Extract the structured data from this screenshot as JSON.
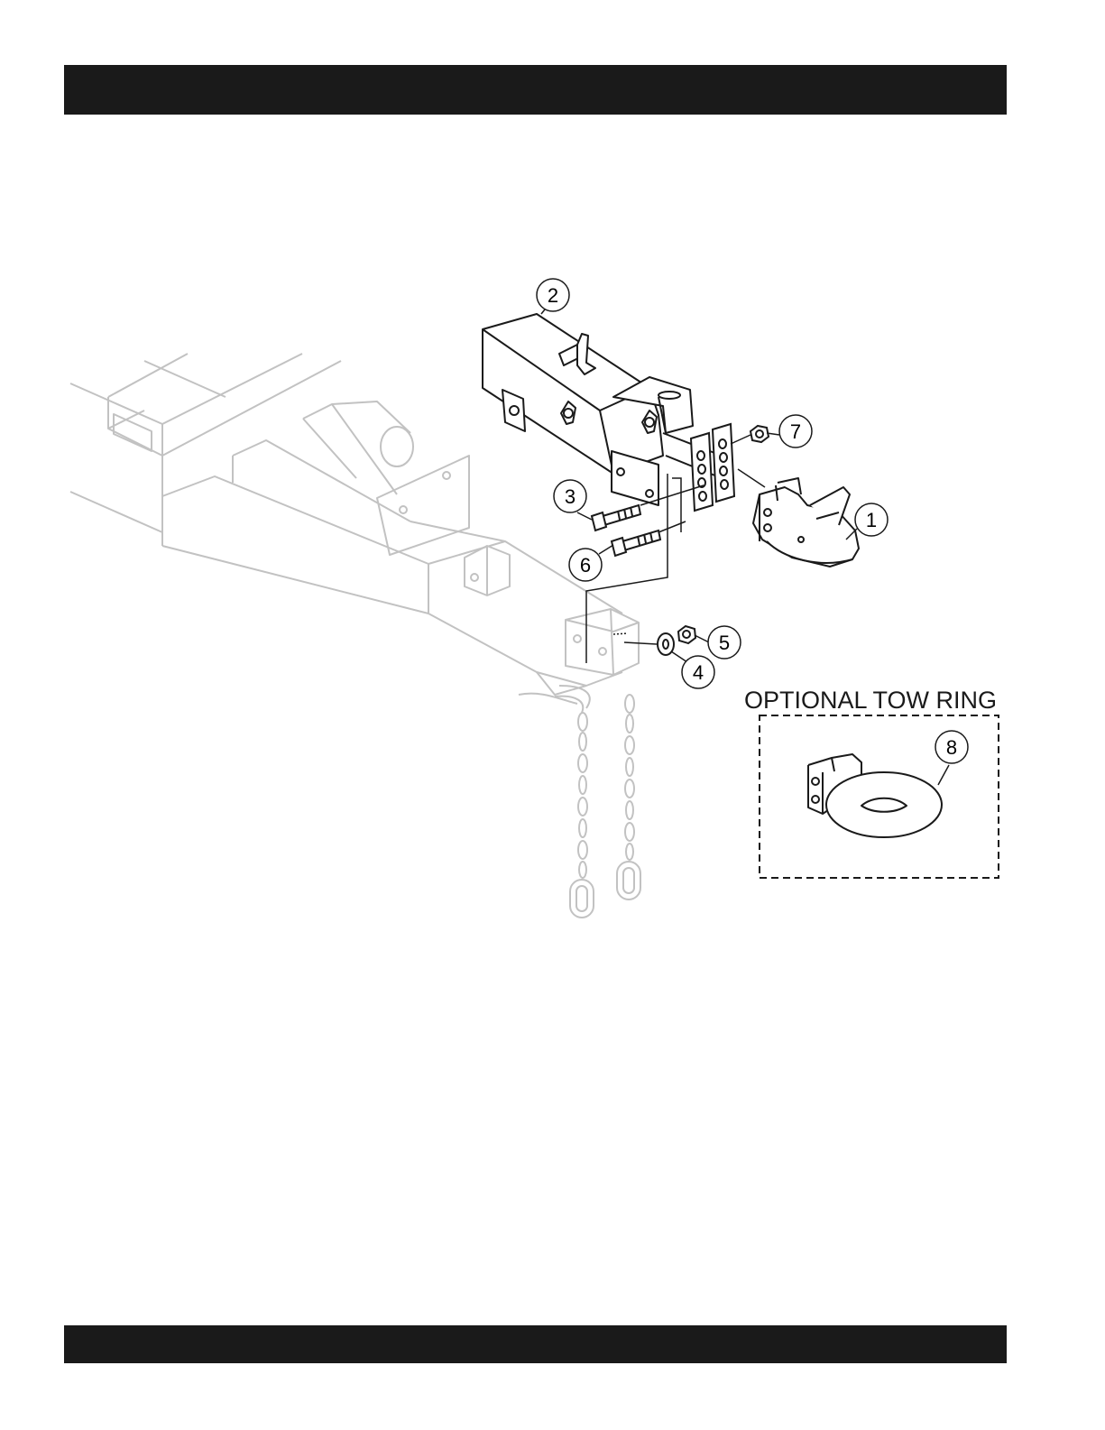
{
  "colors": {
    "bar": "#1a1a1a",
    "line": "#1a1a1a",
    "frame": "#c2c2c2"
  },
  "callouts": [
    {
      "id": "1",
      "label": "1"
    },
    {
      "id": "2",
      "label": "2"
    },
    {
      "id": "3",
      "label": "3"
    },
    {
      "id": "4",
      "label": "4"
    },
    {
      "id": "5",
      "label": "5"
    },
    {
      "id": "6",
      "label": "6"
    },
    {
      "id": "7",
      "label": "7"
    },
    {
      "id": "8",
      "label": "8"
    }
  ],
  "optional_box": {
    "title": "OPTIONAL TOW RING"
  }
}
